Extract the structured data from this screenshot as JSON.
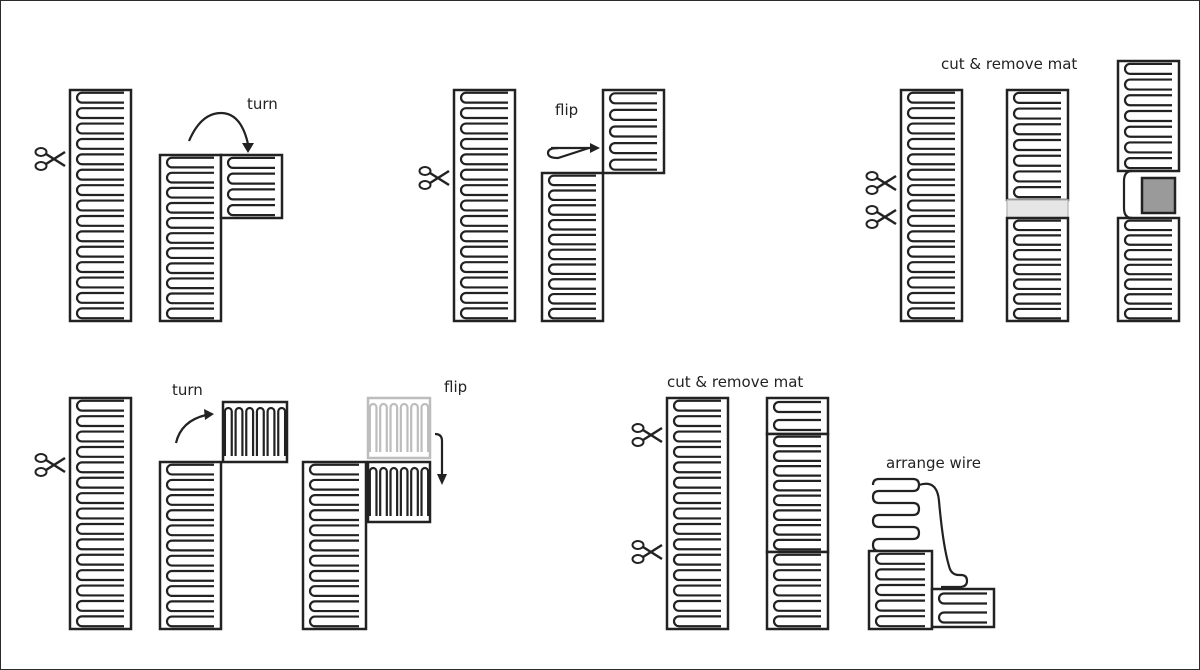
{
  "labels": {
    "top_turn": "turn",
    "top_flip": "flip",
    "top_cut": "cut & remove mat",
    "bottom_turn": "turn",
    "bottom_flip": "flip",
    "bottom_cut": "cut & remove mat",
    "bottom_arrange": "arrange wire"
  },
  "icons": {
    "scissors": "scissors-icon",
    "arrow": "arrow-icon"
  },
  "colors": {
    "line": "#222222",
    "ghost": "#bdbdbd",
    "removed_section": "#9a9a9a"
  }
}
